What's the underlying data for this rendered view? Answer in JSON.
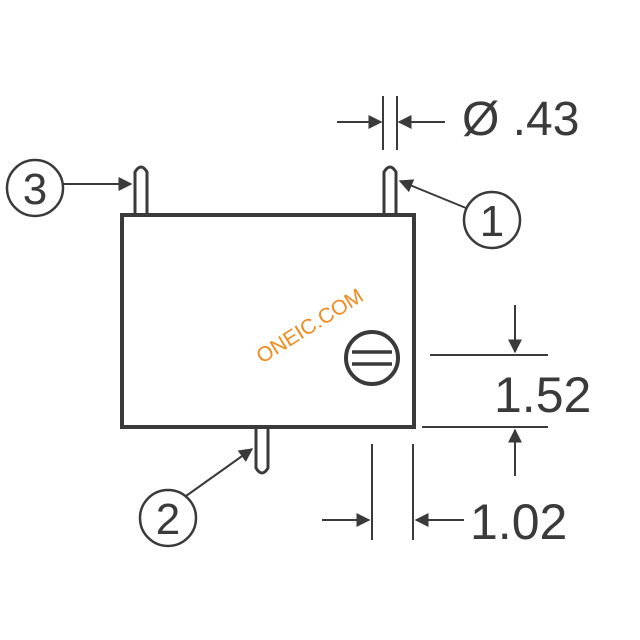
{
  "dimensions": {
    "pin_diameter": "Ø .43",
    "adjuster_height": "1.52",
    "pin_offset": "1.02"
  },
  "callouts": {
    "pin_1": "1",
    "pin_2": "2",
    "pin_3": "3"
  },
  "watermark": "ONEIC.COM",
  "colors": {
    "line": "#3a3a3a",
    "watermark": "#f08a1c"
  }
}
